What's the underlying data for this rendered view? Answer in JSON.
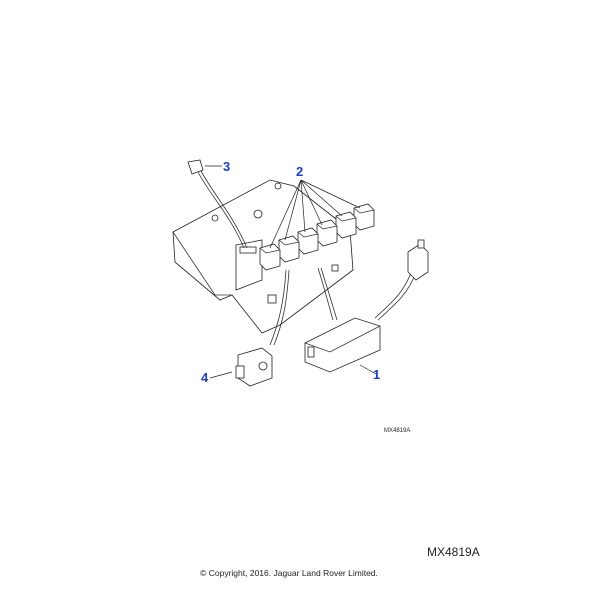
{
  "diagram": {
    "drawing_code_small": "MX4819A",
    "drawing_code": "MX4819A",
    "copyright": "© Copyright, 2016. Jaguar Land Rover Limited.",
    "callout_color": "#1a3fd6",
    "callouts": [
      {
        "number": "1",
        "part": "module"
      },
      {
        "number": "2",
        "part": "relays"
      },
      {
        "number": "3",
        "part": "fuse"
      },
      {
        "number": "4",
        "part": "relay"
      }
    ]
  }
}
